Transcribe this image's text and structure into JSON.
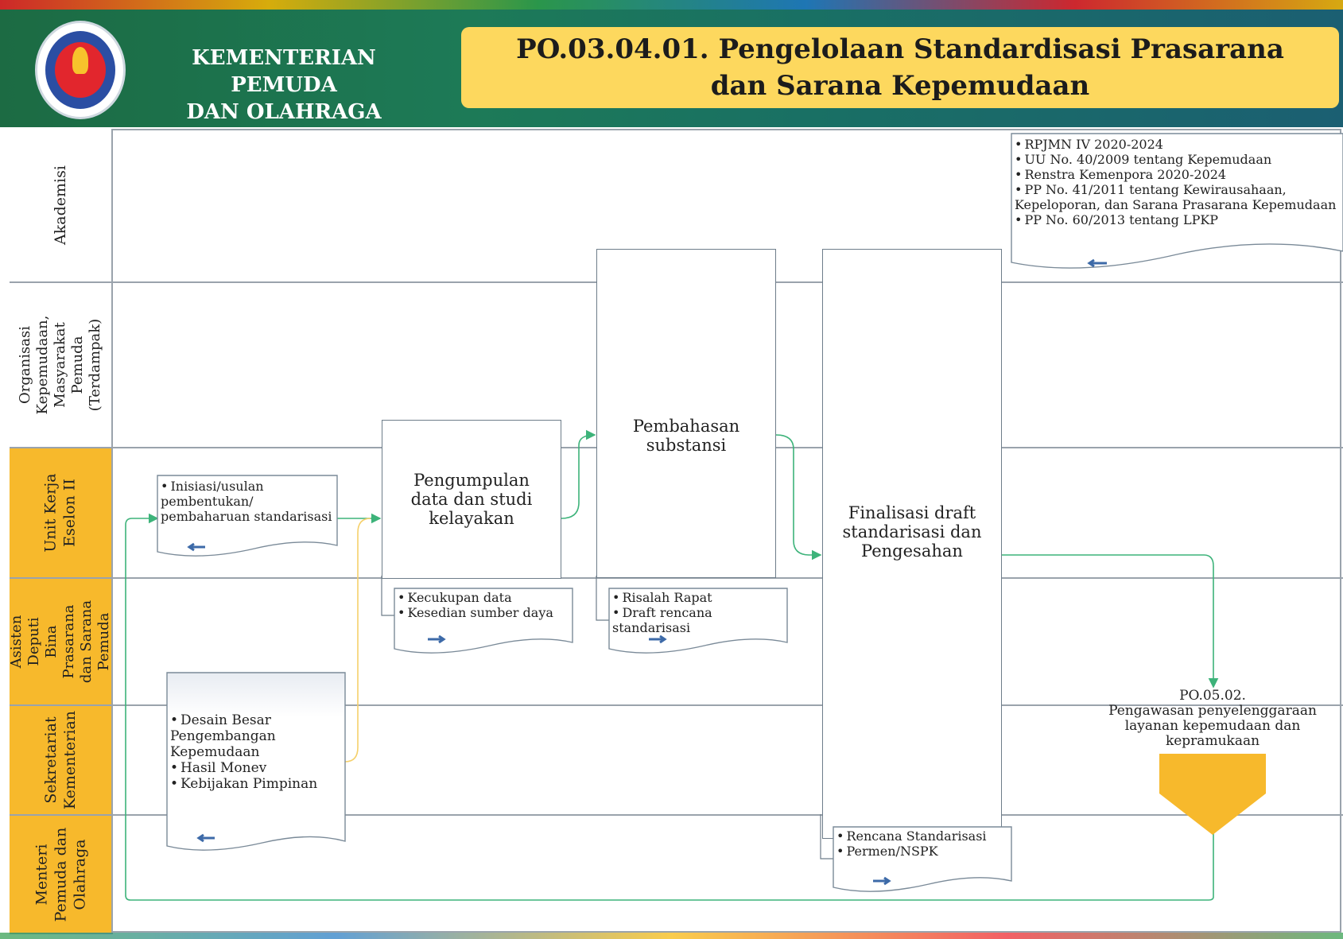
{
  "header": {
    "ministry": "KEMENTERIAN PEMUDA\nDAN OLAHRAGA",
    "title": "PO.03.04.01. Pengelolaan Standardisasi Prasarana dan Sarana Kepemudaan"
  },
  "lanes": [
    "Akademisi",
    "Organisasi\nKepemudaan,\nMasyarakat Pemuda\n(Terdampak)",
    "Unit Kerja\nEselon II",
    "Asisten Deputi\nBina Prasarana\ndan Sarana\nPemuda",
    "Sekretariat\nKementerian",
    "Menteri\nPemuda dan\nOlahraga"
  ],
  "processes": {
    "p1": "Pengumpulan data dan studi kelayakan",
    "p2": "Pembahasan substansi",
    "p3": "Finalisasi draft standarisasi dan Pengesahan"
  },
  "documents": {
    "legal": [
      "RPJMN IV 2020-2024",
      "UU No. 40/2009 tentang Kepemudaan",
      "Renstra Kemenpora 2020-2024",
      "PP No. 41/2011 tentang Kewirausahaan, Kepeloporan, dan Sarana Prasarana Kepemudaan",
      "PP No. 60/2013 tentang LPKP"
    ],
    "inisiasi": [
      "Inisiasi/usulan pembentukan/ pembaharuan standarisasi"
    ],
    "kecukupan": [
      "Kecukupan data",
      "Kesedian sumber daya"
    ],
    "risalah": [
      "Risalah Rapat",
      "Draft rencana standarisasi"
    ],
    "desain": [
      "Desain Besar Pengembangan Kepemudaan",
      "Hasil Monev",
      "Kebijakan Pimpinan"
    ],
    "rencana": [
      "Rencana Standarisasi",
      "Permen/NSPK"
    ]
  },
  "offpage": {
    "code": "PO.05.02.",
    "label": "Pengawasan penyelenggaraan layanan kepemudaan dan kepramukaan"
  },
  "colors": {
    "header_green": "#1c6b43",
    "title_yellow": "#fdd85e",
    "lane_yellow": "#f7b92c",
    "connector": "#3db37a",
    "yellow_connector": "#f5d06a",
    "offpage": "#f7b92c"
  }
}
